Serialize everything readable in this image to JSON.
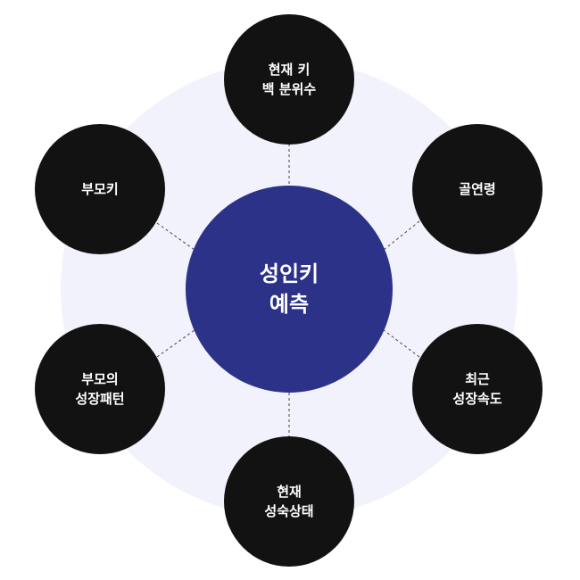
{
  "center": {
    "lines": [
      "성인키",
      "예측"
    ]
  },
  "satellites": [
    {
      "lines": [
        "현재 키",
        "백 분위수"
      ]
    },
    {
      "lines": [
        "골연령"
      ]
    },
    {
      "lines": [
        "최근",
        "성장속도"
      ]
    },
    {
      "lines": [
        "현재",
        "성숙상태"
      ]
    },
    {
      "lines": [
        "부모의",
        "성장패턴"
      ]
    },
    {
      "lines": [
        "부모키"
      ]
    }
  ],
  "colors": {
    "background_circle": "#f2f2fd",
    "center": "#2b3288",
    "satellite": "#121212",
    "connector": "#444444"
  }
}
